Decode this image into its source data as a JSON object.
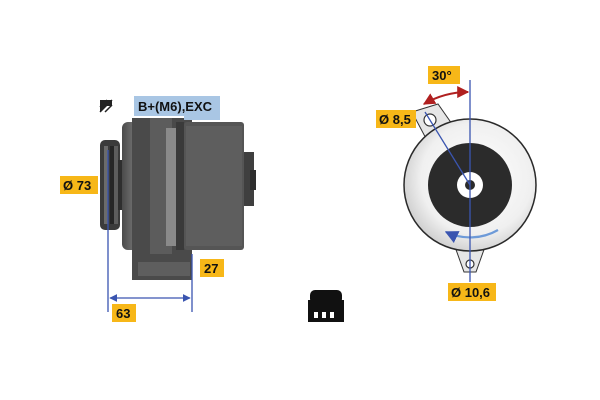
{
  "colors": {
    "background": "#ffffff",
    "label_yellow": "#f7b718",
    "connector_blue": "#a9c6e4",
    "dimension_blue": "#3a55b0",
    "part_dark": "#3d3d3d",
    "part_mid": "#5a5a5a",
    "part_light": "#f2f2f2"
  },
  "labels": {
    "connector": "B+(M6),EXC",
    "pulley_diameter": "Ø 73",
    "length_63": "63",
    "length_27": "27",
    "angle": "30°",
    "hole_upper": "Ø 8,5",
    "hole_lower": "Ø 10,6"
  },
  "icons": {
    "hatch": "hatch-icon",
    "regulator": "regulator-icon",
    "rotation": "rotation-arrow-icon"
  }
}
